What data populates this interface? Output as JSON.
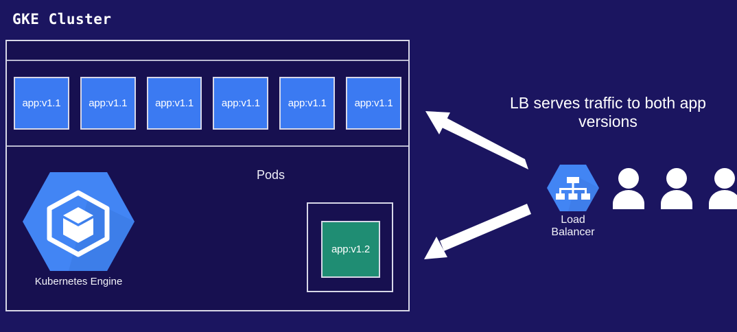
{
  "colors": {
    "background": "#1b1560",
    "cluster_fill": "#171050",
    "border": "#d8d8e8",
    "pod_blue": "#3b7af2",
    "pod_green": "#1f8d73",
    "hex_blue": "#4285f4",
    "hex_blue_dark": "#3367d6",
    "text": "#ffffff",
    "arrow": "#ffffff"
  },
  "cluster": {
    "title": "GKE Cluster",
    "pods_label": "Pods",
    "pods": [
      {
        "label": "app:v1.1"
      },
      {
        "label": "app:v1.1"
      },
      {
        "label": "app:v1.1"
      },
      {
        "label": "app:v1.1"
      },
      {
        "label": "app:v1.1"
      },
      {
        "label": "app:v1.1"
      }
    ],
    "canary_pod": {
      "label": "app:v1.2"
    },
    "engine_badge": {
      "label": "Kubernetes Engine",
      "icon": "kubernetes-engine-icon"
    }
  },
  "load_balancer": {
    "label_line1": "Load",
    "label_line2": "Balancer",
    "icon": "load-balancer-icon"
  },
  "caption": {
    "line1": "LB serves traffic to both app",
    "line2": "versions"
  },
  "users": {
    "count": 3,
    "icon": "user-icon"
  },
  "arrows": [
    {
      "name": "arrow-lb-to-pods-v1-1",
      "direction": "up-left"
    },
    {
      "name": "arrow-lb-to-pod-v1-2",
      "direction": "down-left"
    }
  ]
}
